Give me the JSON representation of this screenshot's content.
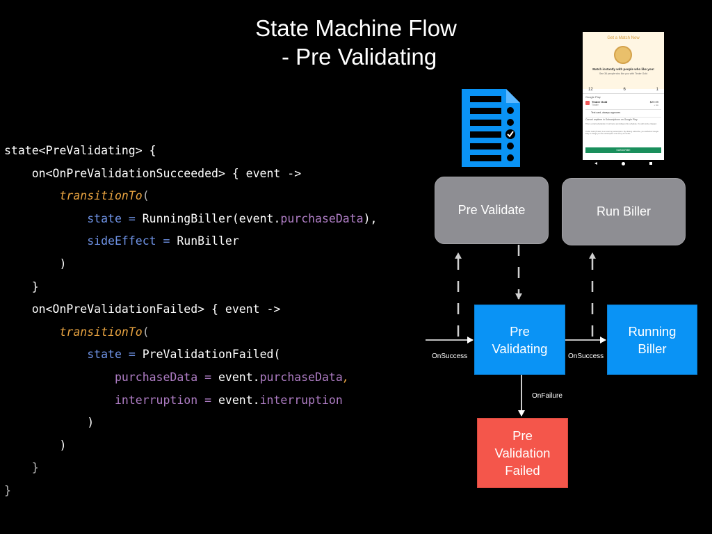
{
  "slide": {
    "title_line1": "State Machine Flow",
    "title_line2": " - Pre Validating"
  },
  "code": [
    [
      {
        "t": "state<PreValidating> {",
        "c": "white"
      }
    ],
    [
      {
        "t": "    on<OnPreValidationSucceeded> { event ->",
        "c": "white"
      }
    ],
    [
      {
        "t": "        ",
        "c": "white"
      },
      {
        "t": "transitionTo",
        "c": "orange"
      },
      {
        "t": "(",
        "c": "gray"
      }
    ],
    [
      {
        "t": "            ",
        "c": "white"
      },
      {
        "t": "state = ",
        "c": "blue"
      },
      {
        "t": "RunningBiller(event.",
        "c": "white"
      },
      {
        "t": "purchaseData",
        "c": "purple"
      },
      {
        "t": "),",
        "c": "white"
      }
    ],
    [
      {
        "t": "            ",
        "c": "white"
      },
      {
        "t": "sideEffect = ",
        "c": "blue"
      },
      {
        "t": "RunBiller",
        "c": "white"
      }
    ],
    [
      {
        "t": "        )",
        "c": "white"
      }
    ],
    [
      {
        "t": "    }",
        "c": "white"
      }
    ],
    [
      {
        "t": "    on<OnPreValidationFailed> { event ->",
        "c": "white"
      }
    ],
    [
      {
        "t": "        ",
        "c": "white"
      },
      {
        "t": "transitionTo",
        "c": "orange"
      },
      {
        "t": "(",
        "c": "gray"
      }
    ],
    [
      {
        "t": "            ",
        "c": "white"
      },
      {
        "t": "state = ",
        "c": "blue"
      },
      {
        "t": "PreValidationFailed(",
        "c": "white"
      }
    ],
    [
      {
        "t": "                ",
        "c": "white"
      },
      {
        "t": "purchaseData = ",
        "c": "purple"
      },
      {
        "t": "event.",
        "c": "white"
      },
      {
        "t": "purchaseData",
        "c": "purple"
      },
      {
        "t": ",",
        "c": "orange"
      }
    ],
    [
      {
        "t": "                ",
        "c": "white"
      },
      {
        "t": "interruption = ",
        "c": "purple"
      },
      {
        "t": "event.",
        "c": "white"
      },
      {
        "t": "interruption",
        "c": "purple"
      }
    ],
    [
      {
        "t": "            )",
        "c": "white"
      }
    ],
    [
      {
        "t": "        )",
        "c": "white"
      }
    ],
    [
      {
        "t": "    }",
        "c": "gray"
      }
    ],
    [
      {
        "t": "}",
        "c": "gray"
      }
    ]
  ],
  "diagram": {
    "side_effects": {
      "pre_validate": "Pre Validate",
      "run_biller": "Run Biller"
    },
    "states": {
      "pre_validating": [
        "Pre",
        "Validating"
      ],
      "running_biller": [
        "Running",
        "Biller"
      ],
      "pre_validation_failed": [
        "Pre",
        "Validation",
        "Failed"
      ]
    },
    "edges": {
      "incoming": "OnSuccess",
      "to_running_biller": "OnSuccess",
      "to_failed": "OnFailure"
    },
    "colors": {
      "state": "#0a93f5",
      "failed": "#f4564b",
      "side_effect": "#8e8e93"
    }
  },
  "icons": {
    "checklist": "checklist-document-icon",
    "phone": "google-play-purchase-screenshot"
  },
  "phone_screen": {
    "header": "Get a Match Now",
    "tagline": "Match instantly with people who like you!",
    "subline": "See 36 people who like you with Tinder Gold",
    "counts": [
      "12",
      "6",
      "1"
    ],
    "store": "Google Play",
    "product": "Tinder Gold",
    "product_sub": "Tinder",
    "price": "$29.99",
    "price_sub": "+ tax",
    "payment": "Test card, always approves",
    "cancel_note": "Cancel anytime in Subscriptions on Google Play",
    "fine_print_1": "This is a trial subscription. It will recur according to this schedule. You will not be charged.",
    "fine_print_2": "Tinder Gold (Tinder) is a recurring subscription. By clicking subscribe, you authorize Google Play to charge you the subscription cost every 6 months.",
    "button": "SUBSCRIBE"
  }
}
